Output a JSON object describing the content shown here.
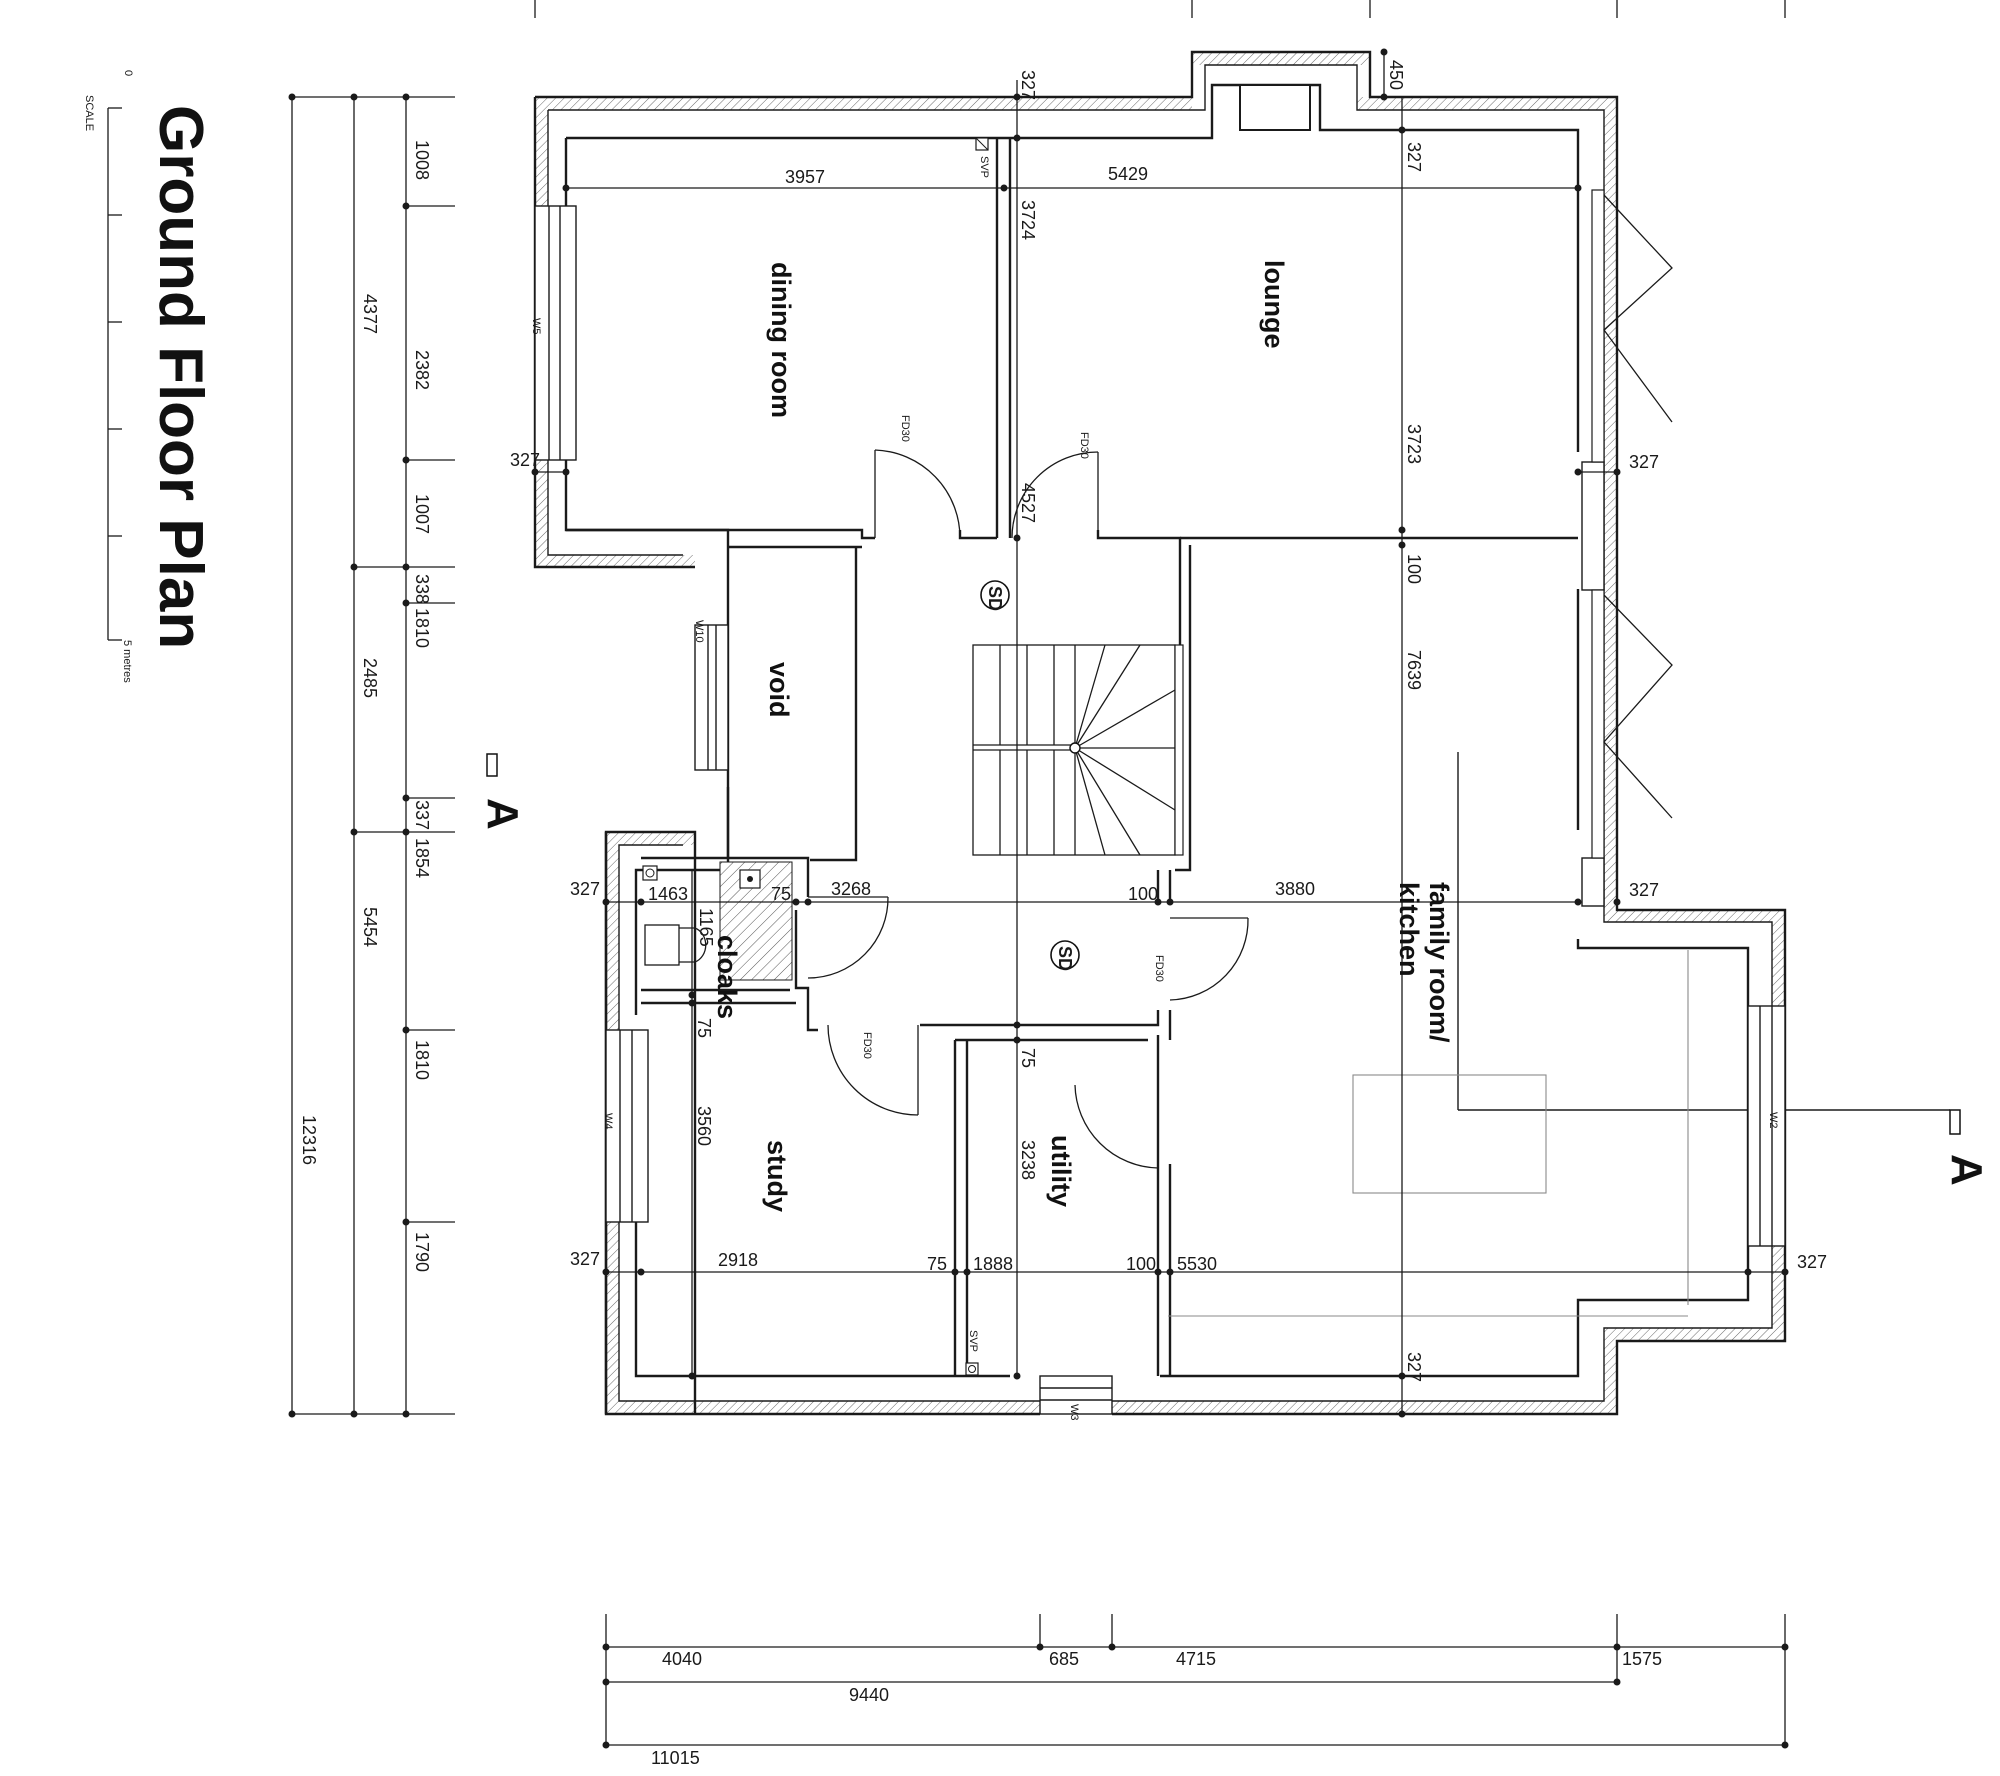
{
  "title": "Ground Floor Plan",
  "scale": {
    "label": "SCALE",
    "start": "0",
    "end": "5 metres"
  },
  "section_marker": "A",
  "rooms": {
    "dining_room": "dining room",
    "lounge": "lounge",
    "void": "void",
    "cloaks": "cloaks",
    "study": "study",
    "utility": "utility",
    "family_room_line1": "family room/",
    "family_room_line2": "kitchen"
  },
  "symbols": {
    "fire_door": "FD30",
    "smoke_detector": "SD",
    "soil_vent_pipe": "SVP"
  },
  "windows": {
    "w2": "W2",
    "w3": "W3",
    "w4": "W4",
    "w5": "W5",
    "w10": "W10"
  },
  "dimensions": {
    "left_outer": "12316",
    "left_mid": [
      "4377",
      "2485",
      "5454"
    ],
    "left_inner": [
      "1008",
      "2382",
      "1007",
      "338",
      "1810",
      "337",
      "1854",
      "1810",
      "1790"
    ],
    "bottom_row1": [
      "4040",
      "685",
      "4715",
      "1575"
    ],
    "bottom_row2": "9440",
    "bottom_row3": "11015",
    "interior": {
      "d327": "327",
      "d450": "450",
      "d3957": "3957",
      "d5429": "5429",
      "d3724": "3724",
      "d3723": "3723",
      "d4527": "4527",
      "d100": "100",
      "d7639": "7639",
      "d1463": "1463",
      "d1165": "1165",
      "d75": "75",
      "d3268": "3268",
      "d3880": "3880",
      "d3560": "3560",
      "d3238": "3238",
      "d2918": "2918",
      "d1888": "1888",
      "d5530": "5530"
    }
  }
}
